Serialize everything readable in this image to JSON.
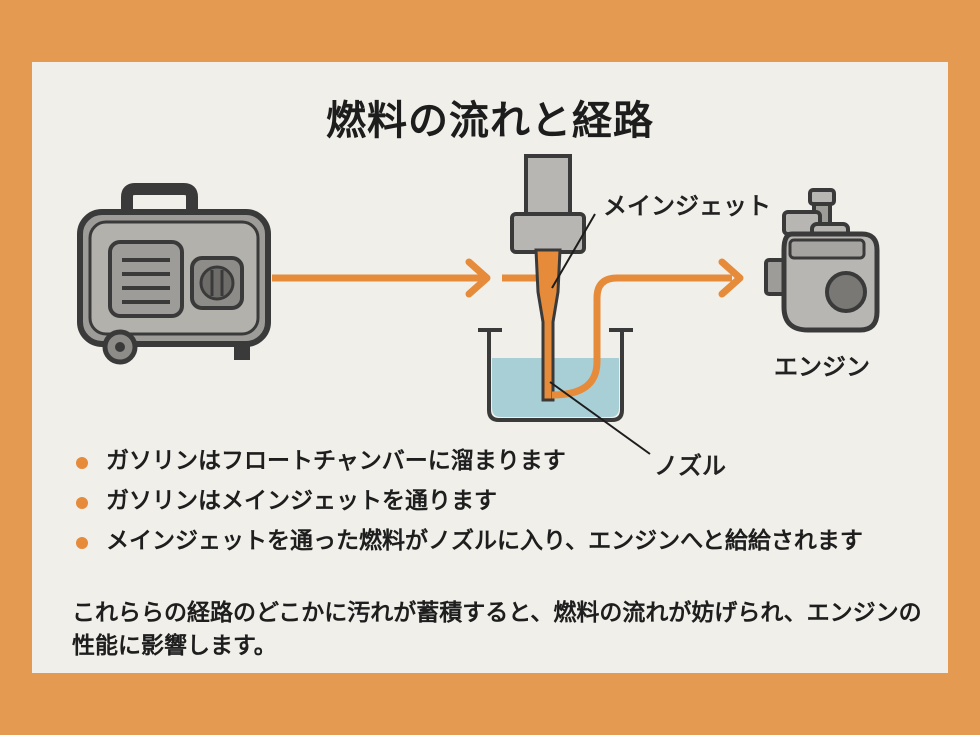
{
  "title": "燃料の流れと経路",
  "labels": {
    "main_jet": "メインジェット",
    "engine": "エンジン",
    "nozzle": "ノズル"
  },
  "bullets": [
    "ガソリンはフロートチャンバーに溜まります",
    "ガソリンはメインジェットを通ります",
    "メインジェットを通った燃料がノズルに入り、エンジンへと給給されます"
  ],
  "summary": "これららの経路のどこかに汚れが蓄積すると、燃料の流れが妨げられ、エンジンの性能に影響します。",
  "colors": {
    "frame": "#E59A52",
    "background": "#F1EFEA",
    "fuel_orange": "#E58B3A",
    "gray_part": "#B8B6B2",
    "liquid": "#A9CFD6"
  },
  "icons": [
    "generator-icon",
    "engine-icon",
    "float-chamber-icon"
  ]
}
